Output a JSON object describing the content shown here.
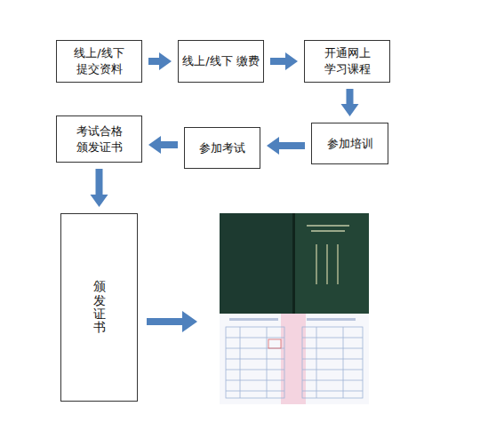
{
  "diagram": {
    "nodes": [
      {
        "text": [
          "线上/线下 提交资料"
        ]
      },
      {
        "text": [
          "线上/线下 缴费"
        ]
      },
      {
        "text": [
          "开通网上 学习课程"
        ]
      },
      {
        "text": [
          "考试合格 颁发证书"
        ]
      },
      {
        "text": [
          "参加考试"
        ]
      },
      {
        "text": [
          "参加培训"
        ]
      },
      {
        "text": [
          "颁发证书"
        ]
      }
    ],
    "edges": [
      {
        "from": 0,
        "to": 1,
        "arrow": "to"
      },
      {
        "from": 1,
        "to": 2,
        "arrow": "to"
      },
      {
        "from": 2,
        "to": 5,
        "arrow": "to"
      },
      {
        "from": 5,
        "to": 4,
        "arrow": "to"
      },
      {
        "from": 4,
        "to": 3,
        "arrow": "to"
      },
      {
        "from": 3,
        "to": 6,
        "arrow": "to"
      }
    ]
  }
}
